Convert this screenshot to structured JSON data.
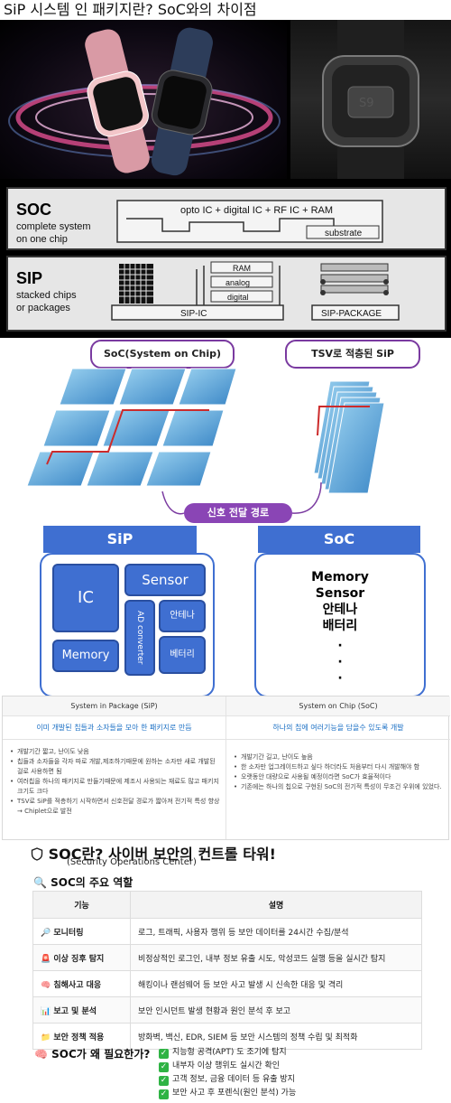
{
  "title": "SiP 시스템 인 패키지란? SoC와의 차이점",
  "hero": {
    "right_label": "S9"
  },
  "diagram1": {
    "soc": {
      "heading": "SOC",
      "line1": "complete system",
      "line2": "on one chip",
      "chip_label": "opto IC + digital IC + RF IC + RAM",
      "substrate": "substrate"
    },
    "sip": {
      "heading": "SIP",
      "line1": "stacked chips",
      "line2": "or packages",
      "ram": "RAM",
      "analog": "analog",
      "digital": "digital",
      "sip_ic": "SIP-IC",
      "sip_package": "SIP-PACKAGE"
    }
  },
  "diagram2": {
    "soc_label": "SoC(System on Chip)",
    "tsv_label": "TSV로 적층된 SiP",
    "signal": "신호 전달 경로"
  },
  "blocks": {
    "sip": {
      "header": "SiP",
      "ic": "IC",
      "sensor": "Sensor",
      "ad": "AD converter",
      "antenna": "안테나",
      "memory": "Memory",
      "battery": "베터리"
    },
    "soc": {
      "header": "SoC",
      "items": [
        "Memory",
        "Sensor",
        "안테나",
        "배터리"
      ],
      "dots": [
        "·",
        "·",
        "·"
      ]
    }
  },
  "comparison": {
    "left": {
      "header": "System in Package (SiP)",
      "sub": "이미 개발된 칩들과 소자들을 모아 한 패키지로 만듬",
      "items": [
        "개발기간 짧고, 난이도 낮음",
        "칩들과 소자들을 각자 따로 개발,제조하기때문에 원하는 소자만 새로 개발된걸로 사용하면 됨",
        "여러칩을 하나의 패키지로 만들기때문에 제조시 사용되는 재료도 많고 패키지 크기도 크다",
        "TSV로 SiP를 적층하기 시작하면서 신호전달 경로가 짧아져 전기적 특성 향상→ Chiplet으로 발전"
      ]
    },
    "right": {
      "header": "System on Chip (SoC)",
      "sub": "하나의 칩에 여러기능을 담을수 있도록 개발",
      "items": [
        "개발기간 길고, 난이도 높음",
        "한 소자만 업그레이드하고 싶다 하더라도 처음부터 다시 개발해야 함",
        "오랫동안 대량으로 사용될 예정이라면 SoC가 효율적이다",
        "기존에는 하나의 칩으로 구현된 SoC의 전기적 특성이 무조건 우위에 있었다."
      ]
    }
  },
  "security": {
    "heading_icon": "shield-icon",
    "heading": "SOC란? 사이버 보안의 컨트롤 타워!",
    "subheading": "(Security Operations Center)",
    "roles_title": "SOC의 주요 역할",
    "columns": [
      "기능",
      "설명"
    ],
    "rows": [
      {
        "icon": "🔎",
        "name": "모니터링",
        "desc": "로그, 트래픽, 사용자 행위 등 보안 데이터를 24시간 수집/분석"
      },
      {
        "icon": "🚨",
        "name": "이상 징후 탐지",
        "desc": "비정상적인 로그인, 내부 정보 유출 시도, 악성코드 실행 등을 실시간 탐지"
      },
      {
        "icon": "🧠",
        "name": "침해사고 대응",
        "desc": "해킹이나 랜섬웨어 등 보안 사고 발생 시 신속한 대응 및 격리"
      },
      {
        "icon": "📊",
        "name": "보고 및 분석",
        "desc": "보안 인시던트 발생 현황과 원인 분석 후 보고"
      },
      {
        "icon": "📁",
        "name": "보안 정책 적용",
        "desc": "방화벽, 백신, EDR, SIEM 등 보안 시스템의 정책 수립 및 최적화"
      }
    ],
    "why_title": "SOC가 왜 필요한가?",
    "why_items": [
      "지능형 공격(APT) 도 조기에 탐지",
      "내부자 이상 행위도 실시간 확인",
      "고객 정보, 금융 데이터 등 유출 방지",
      "보안 사고 후 포렌식(원인 분석) 가능"
    ]
  }
}
